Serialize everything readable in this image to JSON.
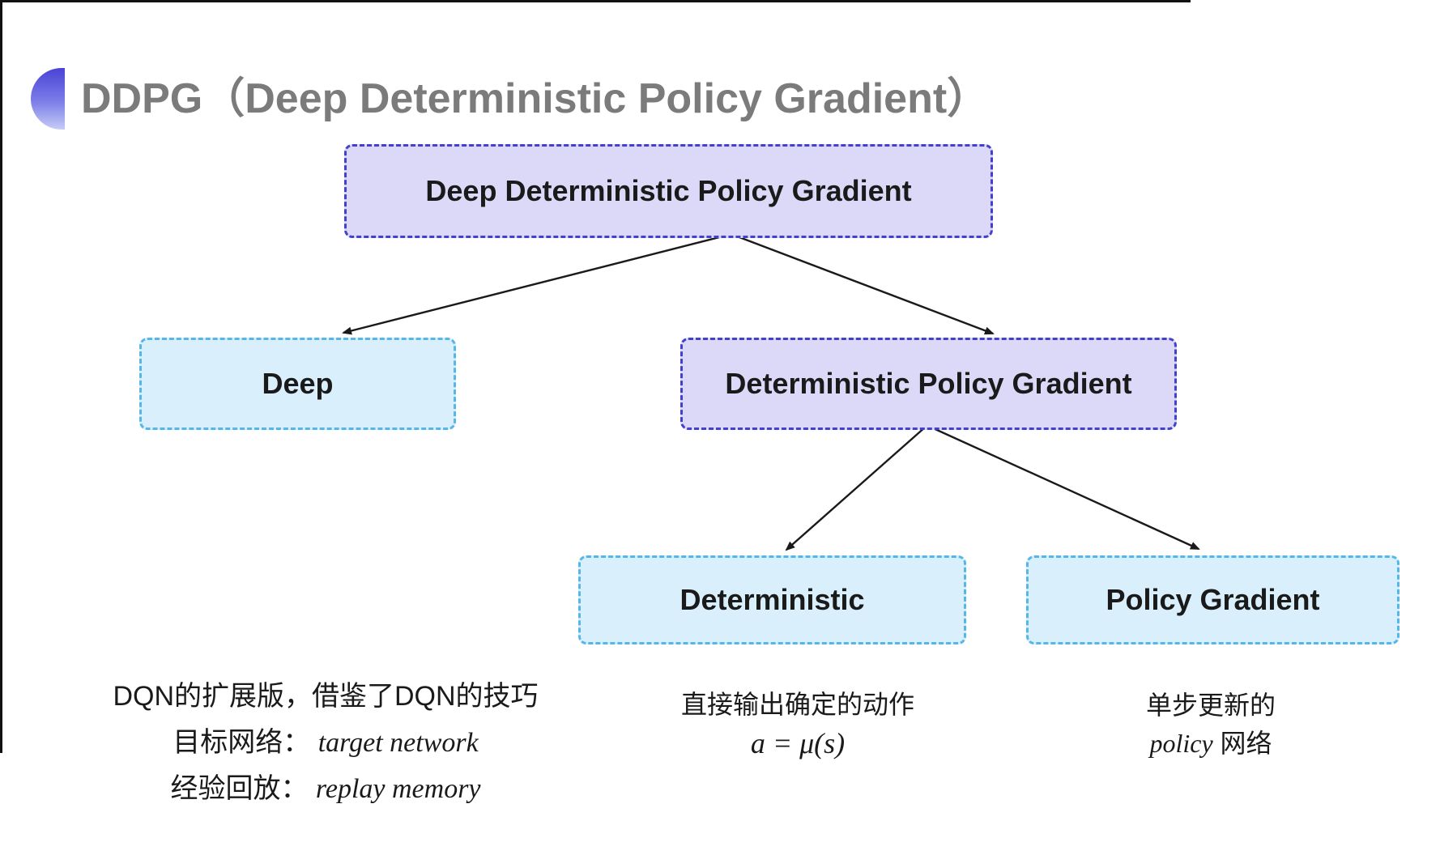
{
  "header": {
    "title": "DDPG（Deep Deterministic Policy Gradient）",
    "bullet_icon": "blue-half-disc"
  },
  "tree": {
    "root": {
      "label": "Deep Deterministic Policy Gradient",
      "variant": "purple"
    },
    "level2": [
      {
        "label": "Deep",
        "variant": "cyan"
      },
      {
        "label": "Deterministic Policy Gradient",
        "variant": "purple"
      }
    ],
    "level3": [
      {
        "label": "Deterministic",
        "variant": "cyan"
      },
      {
        "label": "Policy Gradient",
        "variant": "cyan"
      }
    ]
  },
  "annotations": {
    "deep_notes": {
      "line1": "DQN的扩展版，借鉴了DQN的技巧",
      "line2_zh": "目标网络：",
      "line2_en": "target network",
      "line3_zh": "经验回放：",
      "line3_en": "replay memory"
    },
    "deterministic_notes": {
      "line1": "直接输出确定的动作",
      "formula": "a = μ(s)"
    },
    "policy_gradient_notes": {
      "line1": "单步更新的",
      "line2_en": "policy",
      "line2_zh": " 网络"
    }
  },
  "colors": {
    "purple_fill": "#dcd8f7",
    "purple_border": "#4141cd",
    "cyan_fill": "#d9effb",
    "cyan_border": "#55b6e8",
    "title_gray": "#7b7b7b",
    "arrow_black": "#1a1a1a",
    "icon_gradient_top": "#4a43d6",
    "icon_gradient_bottom": "#c6cdf7"
  }
}
